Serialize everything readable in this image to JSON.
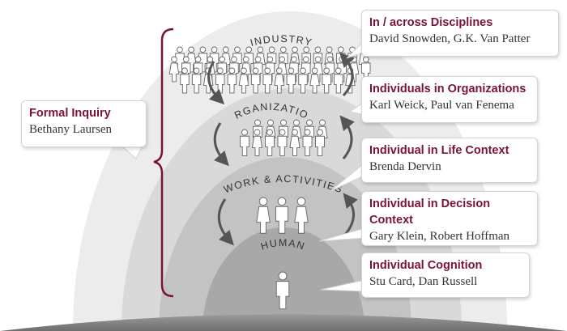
{
  "levels": {
    "industry": "INDUSTRY",
    "organization": "ORGANIZATION",
    "work": "WORK & ACTIVITIES",
    "human": "HUMAN"
  },
  "callouts": {
    "formal": {
      "title": "Formal Inquiry",
      "names": "Bethany Laursen"
    },
    "disciplines": {
      "title": "In / across Disciplines",
      "names": "David Snowden,  G.K. Van Patter"
    },
    "organizations": {
      "title": "Individuals in Organizations",
      "names": "Karl Weick, Paul van Fenema"
    },
    "life": {
      "title": "Individual in Life Context",
      "names": "Brenda Dervin"
    },
    "decision": {
      "title_line1": "Individual in Decision",
      "title_line2": "Context",
      "names": "Gary Klein, Robert Hoffman"
    },
    "cognition": {
      "title": "Individual Cognition",
      "names": "Stu Card, Dan Russell"
    }
  },
  "colors": {
    "accent": "#7a1431",
    "ring_outer": "#ececec",
    "ring_2": "#d9d9d9",
    "ring_3": "#c3c3c3",
    "ring_inner": "#a8a8a8",
    "ground": "#7f7f7f",
    "figure": "#ffffff",
    "figure_outline": "#666666"
  }
}
